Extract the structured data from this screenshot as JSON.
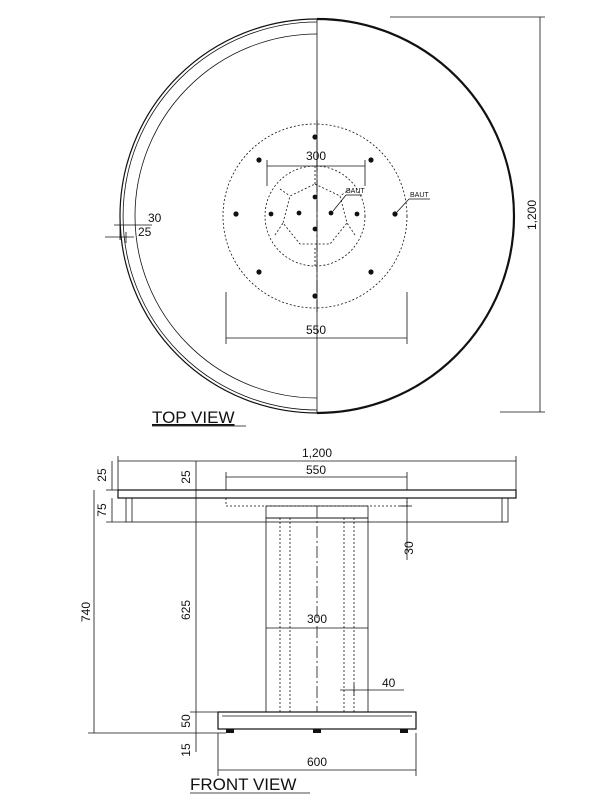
{
  "top_view": {
    "title": "TOP VIEW",
    "dim_overall_height": "1,200",
    "dim_inner_bolt": "300",
    "dim_outer_bolt": "550",
    "dim_rim_30": "30",
    "dim_rim_25": "25",
    "label_baut_inner": "BAUT",
    "label_baut_outer": "BAUT"
  },
  "front_view": {
    "title": "FRONT VIEW",
    "dim_overall_width": "1,200",
    "dim_plate_550": "550",
    "dim_top_25_left": "25",
    "dim_top_25_inner": "25",
    "dim_apron_75": "75",
    "dim_total_740": "740",
    "dim_column_625": "625",
    "dim_column_300": "300",
    "dim_wall_40": "40",
    "dim_base_50": "50",
    "dim_feet_15": "15",
    "dim_base_600": "600",
    "dim_right_30": "30"
  }
}
